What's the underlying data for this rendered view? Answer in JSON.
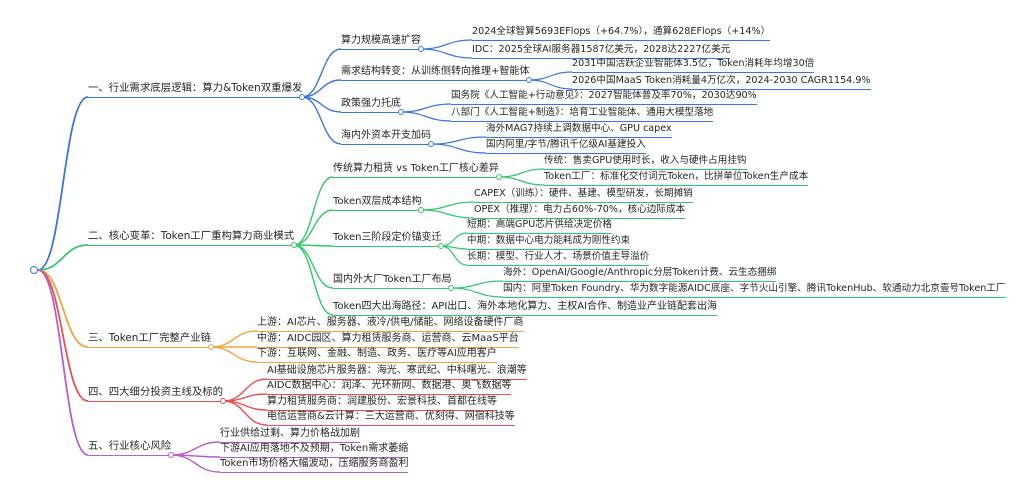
{
  "colors": {
    "blue": "#3a76e0",
    "green": "#34c76a",
    "orange": "#f5a23c",
    "red": "#e8514e",
    "purple": "#b65fd0"
  },
  "branches": [
    {
      "label": "一、行业需求底层逻辑：算力&Token双重爆发",
      "color": "blue",
      "children": [
        {
          "label": "算力规模高速扩容",
          "children": [
            "2024全球智算5693EFlops（+64.7%），通算628EFlops（+14%）",
            "IDC：2025全球AI服务器1587亿美元，2028达2227亿美元"
          ]
        },
        {
          "label": "需求结构转变：从训练侧转向推理+智能体",
          "children": [
            "2031中国活跃企业智能体3.5亿，Token消耗年均增30倍",
            "2026中国MaaS Token消耗量4万亿次，2024-2030 CAGR1154.9%"
          ]
        },
        {
          "label": "政策强力托底",
          "children": [
            "国务院《人工智能+行动意见》：2027智能体普及率70%，2030达90%",
            "八部门《人工智能+制造》：培育工业智能体、通用大模型落地"
          ]
        },
        {
          "label": "海内外资本开支加码",
          "children": [
            "海外MAG7持续上调数据中心、GPU capex",
            "国内阿里/字节/腾讯千亿级AI基建投入"
          ]
        }
      ]
    },
    {
      "label": "二、核心变革：Token工厂重构算力商业模式",
      "color": "green",
      "children": [
        {
          "label": "传统算力租赁 vs Token工厂核心差异",
          "children": [
            "传统：售卖GPU使用时长，收入与硬件占用挂钩",
            "Token工厂：标准化交付词元Token，比拼单位Token生产成本"
          ]
        },
        {
          "label": "Token双层成本结构",
          "children": [
            "CAPEX（训练）：硬件、基建、模型研发，长期摊销",
            "OPEX（推理）：电力占60%-70%，核心边际成本"
          ]
        },
        {
          "label": "Token三阶段定价锚变迁",
          "children": [
            "短期：高端GPU芯片供给决定价格",
            "中期：数据中心电力能耗成为刚性约束",
            "长期：模型、行业人才、场景价值主导溢价"
          ]
        },
        {
          "label": "国内外大厂Token工厂布局",
          "children": [
            "海外：OpenAI/Google/Anthropic分层Token计费、云生态捆绑",
            "国内：阿里Token Foundry、华为数字能源AIDC底座、字节火山引擎、腾讯TokenHub、软通动力北京壹号Token工厂"
          ]
        },
        {
          "label": "Token四大出海路径：API出口、海外本地化算力、主权AI合作、制造业产业链配套出海",
          "children": []
        }
      ]
    },
    {
      "label": "三、Token工厂完整产业链",
      "color": "orange",
      "children": [
        {
          "label": "上游：AI芯片、服务器、液冷/供电/储能、网络设备硬件厂商",
          "children": []
        },
        {
          "label": "中游：AIDC园区、算力租赁服务商、运营商、云MaaS平台",
          "children": []
        },
        {
          "label": "下游：互联网、金融、制造、政务、医疗等AI应用客户",
          "children": []
        }
      ]
    },
    {
      "label": "四、四大细分投资主线及标的",
      "color": "red",
      "children": [
        {
          "label": "AI基础设施芯片服务器：海光、寒武纪、中科曙光、浪潮等",
          "children": []
        },
        {
          "label": "AIDC数据中心：润泽、光环新网、数据港、奥飞数据等",
          "children": []
        },
        {
          "label": "算力租赁服务商：润建股份、宏景科技、首都在线等",
          "children": []
        },
        {
          "label": "电信运营商&云计算：三大运营商、优刻得、网宿科技等",
          "children": []
        }
      ]
    },
    {
      "label": "五、行业核心风险",
      "color": "purple",
      "children": [
        {
          "label": "行业供给过剩、算力价格战加剧",
          "children": []
        },
        {
          "label": "下游AI应用落地不及预期，Token需求萎缩",
          "children": []
        },
        {
          "label": "Token市场价格大幅波动，压缩服务商盈利",
          "children": []
        }
      ]
    }
  ]
}
